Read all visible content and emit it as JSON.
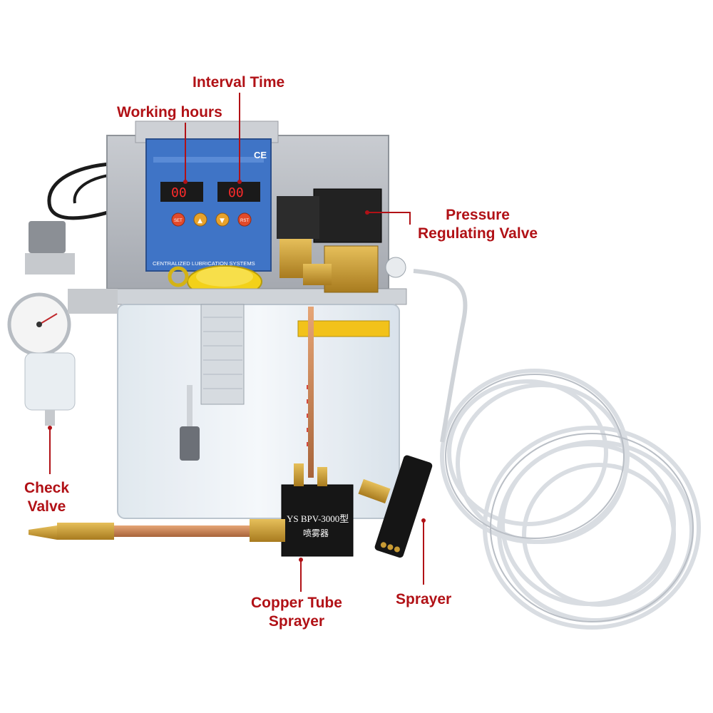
{
  "callouts": {
    "interval_time": "Interval Time",
    "working_hours": "Working hours",
    "pressure_valve_line1": "Pressure",
    "pressure_valve_line2": "Regulating Valve",
    "check_valve_line1": "Check",
    "check_valve_line2": "Valve",
    "copper_tube_line1": "Copper Tube",
    "copper_tube_line2": "Sprayer",
    "sprayer": "Sprayer"
  },
  "panel": {
    "ce_mark": "CE",
    "system_name": "CENTRALIZED LUBRICATION SYSTEMS",
    "display_left": "00",
    "display_right": "00",
    "buttons": [
      "SET",
      "▲",
      "▼",
      "RST"
    ]
  },
  "sprayer_block": {
    "model": "YS BPV-3000型",
    "model_sub": "喷雾器"
  },
  "colors": {
    "callout_red": "#b11116",
    "panel_blue": "#3f74c6",
    "tank_clear": "#e6eef3",
    "brass": "#c79a34",
    "copper": "#c8814d",
    "cap_yellow": "#f3d119"
  }
}
